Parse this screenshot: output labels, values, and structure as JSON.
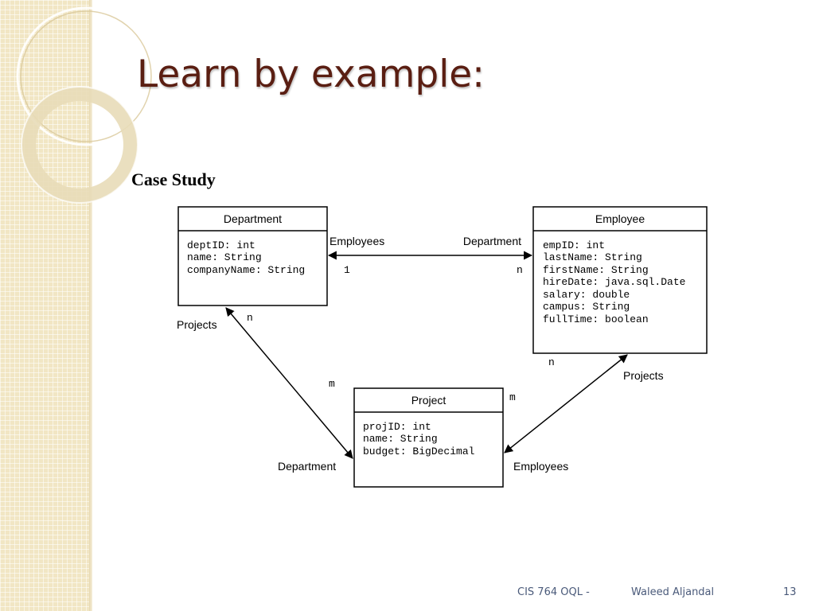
{
  "slide": {
    "title": "Learn by example:",
    "subtitle": "Case Study"
  },
  "diagram": {
    "classes": {
      "department": {
        "name": "Department",
        "attributes": [
          "deptID: int",
          "name: String",
          "companyName: String"
        ]
      },
      "employee": {
        "name": "Employee",
        "attributes": [
          "empID: int",
          "lastName: String",
          "firstName: String",
          "hireDate: java.sql.Date",
          "salary: double",
          "campus: String",
          "fullTime: boolean"
        ]
      },
      "project": {
        "name": "Project",
        "attributes": [
          "projID: int",
          "name: String",
          "budget: BigDecimal"
        ]
      }
    },
    "associations": {
      "dept_emp": {
        "left_role": "Employees",
        "right_role": "Department",
        "left_multiplicity": "1",
        "right_multiplicity": "n"
      },
      "dept_proj": {
        "top_role": "Projects",
        "top_multiplicity": "n",
        "bottom_multiplicity": "m",
        "bottom_role": "Department"
      },
      "emp_proj": {
        "top_multiplicity": "n",
        "top_role": "Projects",
        "bottom_multiplicity": "m",
        "bottom_role": "Employees"
      }
    }
  },
  "footer": {
    "course": "CIS 764 OQL -",
    "author": "Waleed Aljandal",
    "page_number": "13"
  },
  "colors": {
    "title": "#5a1e12",
    "footer": "#4a5a7a",
    "sidebar": "#f1e6c4"
  }
}
